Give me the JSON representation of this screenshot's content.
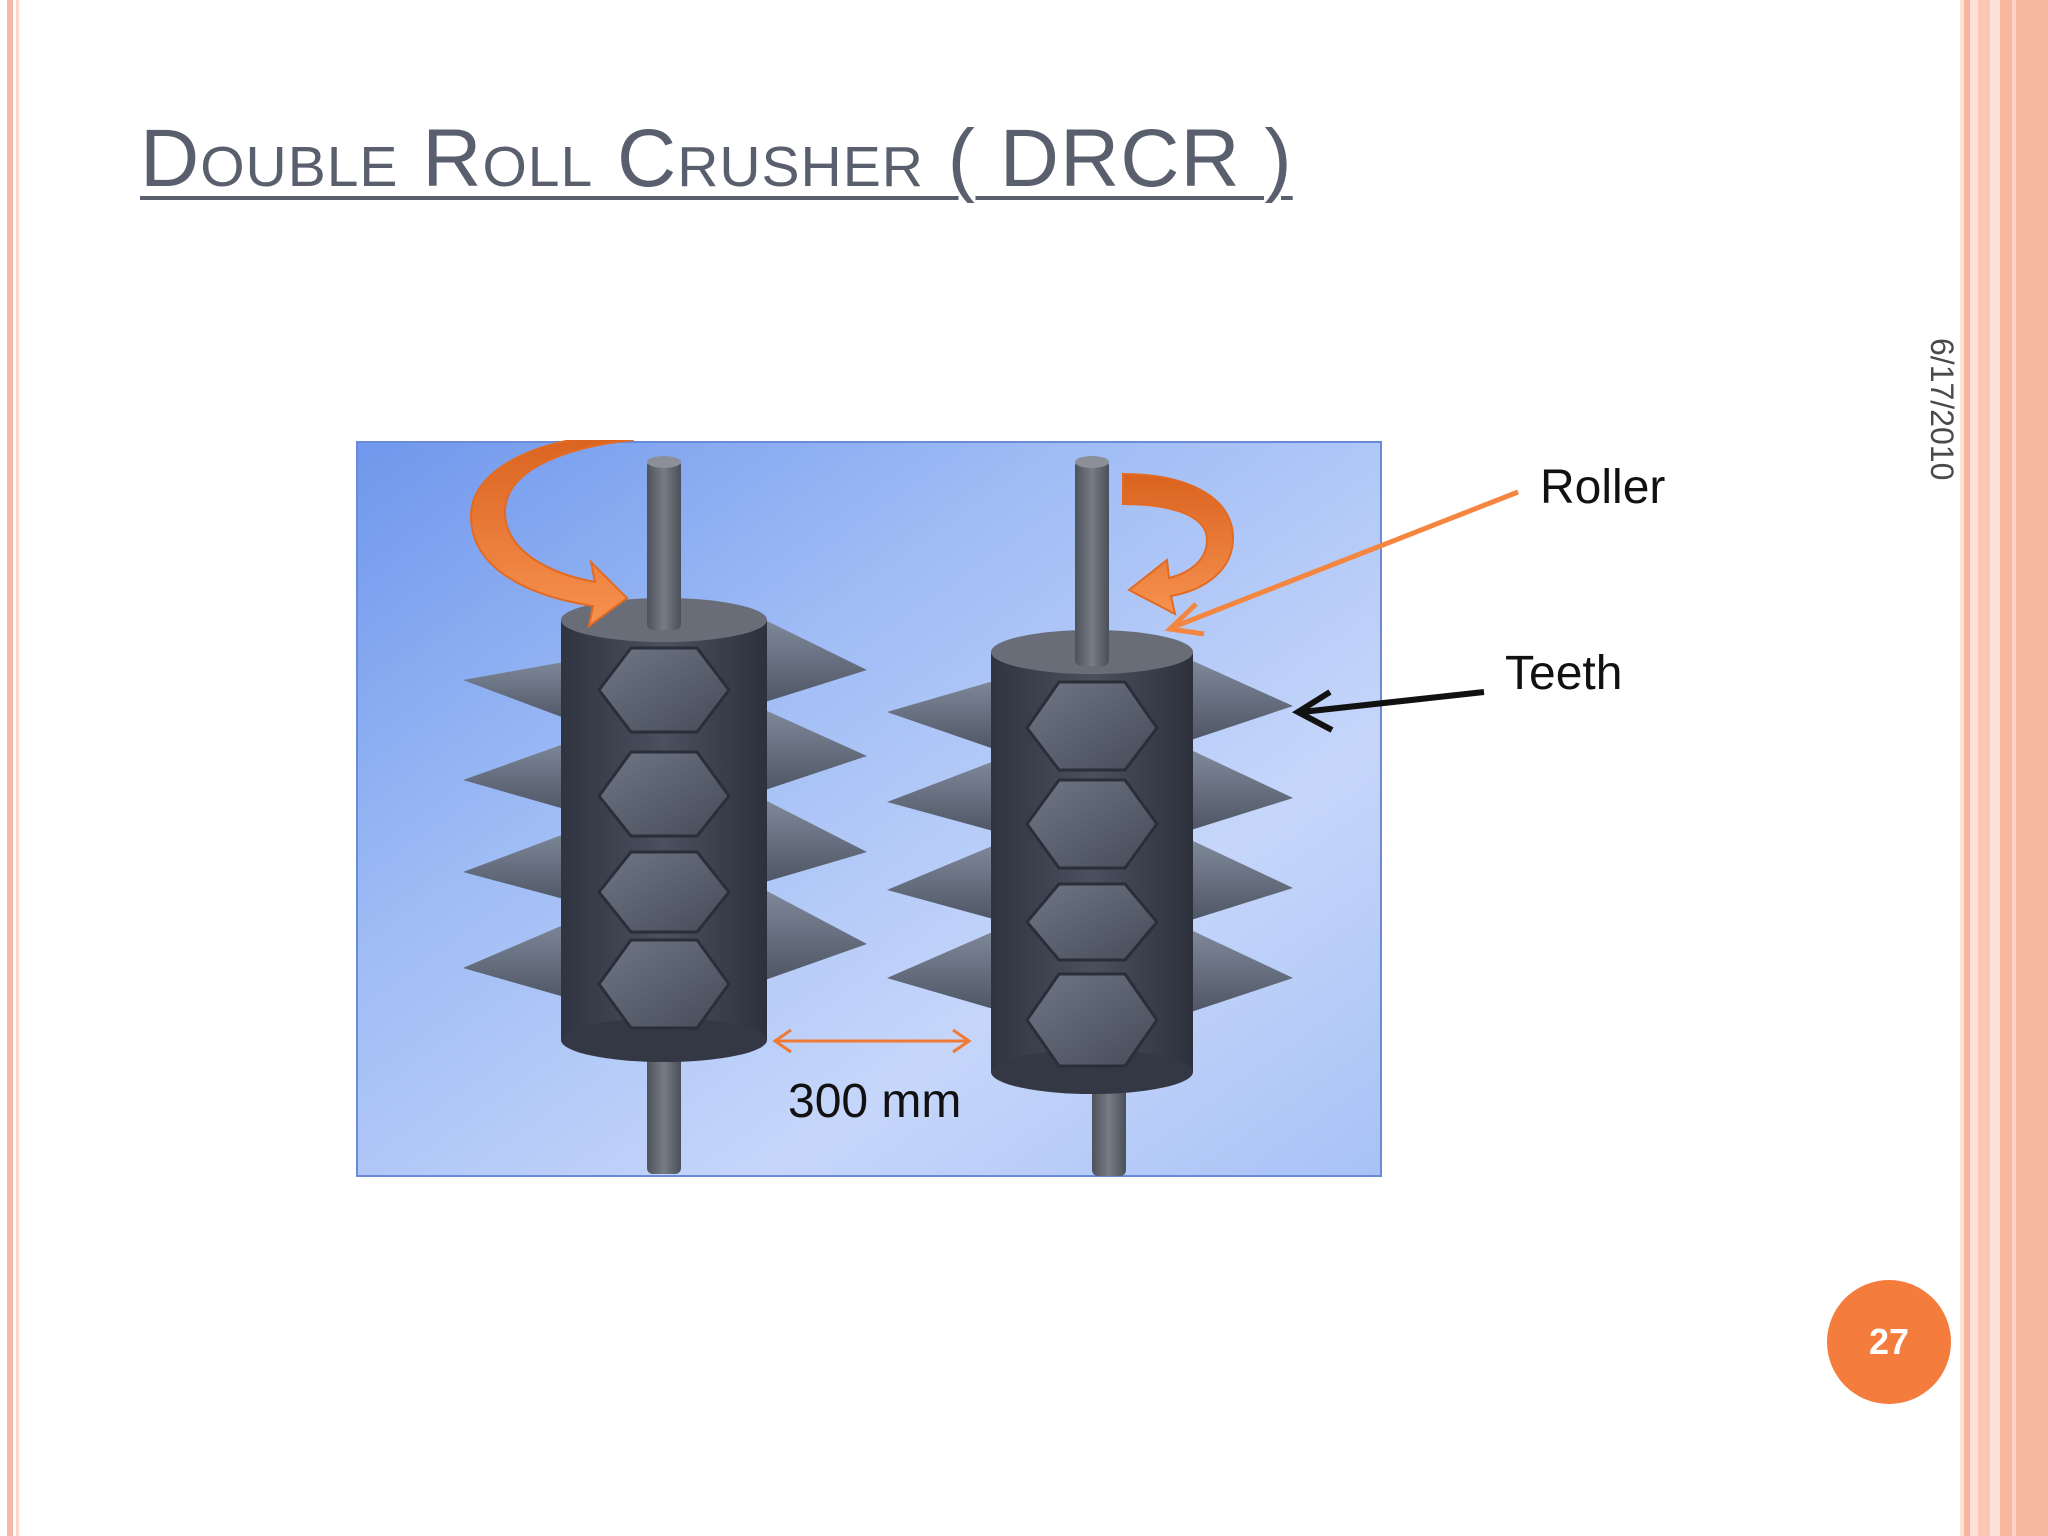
{
  "slide": {
    "title": "Double Roll Crusher ( DRCR )",
    "date": "6/17/2010",
    "page_number": "27"
  },
  "figure": {
    "labels": {
      "roller": "Roller",
      "teeth": "Teeth",
      "gap": "300 mm"
    },
    "colors": {
      "accent_orange": "#f47c3c",
      "roller_body": "#3f4451",
      "shaft": "#5f646d",
      "panel_blue": "#8fb0f0"
    }
  }
}
